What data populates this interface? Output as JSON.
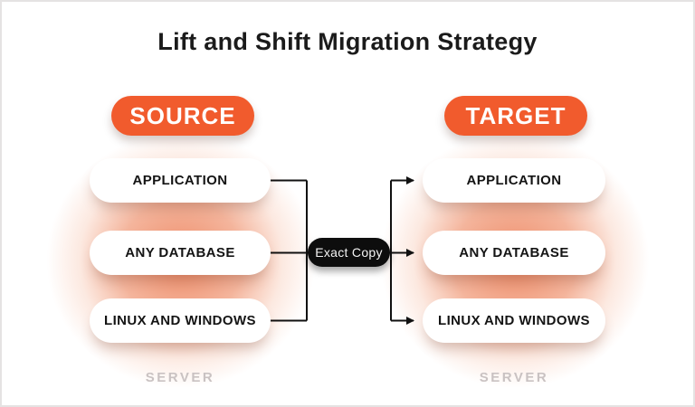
{
  "title": "Lift and Shift Migration Strategy",
  "source": {
    "label": "SOURCE",
    "items": [
      "APPLICATION",
      "ANY DATABASE",
      "LINUX AND WINDOWS"
    ],
    "footer": "SERVER"
  },
  "target": {
    "label": "TARGET",
    "items": [
      "APPLICATION",
      "ANY DATABASE",
      "LINUX AND WINDOWS"
    ],
    "footer": "SERVER"
  },
  "connector": {
    "label": "Exact Copy"
  },
  "colors": {
    "accent": "#F15B2D",
    "glow": "#ED835D",
    "line": "#111111",
    "pill_bg": "#FFFFFF",
    "badge_bg": "#0D0D0D",
    "muted_text": "#C9C2C2",
    "title_text": "#1B1B1B",
    "canvas_border": "#E5E3E3"
  }
}
